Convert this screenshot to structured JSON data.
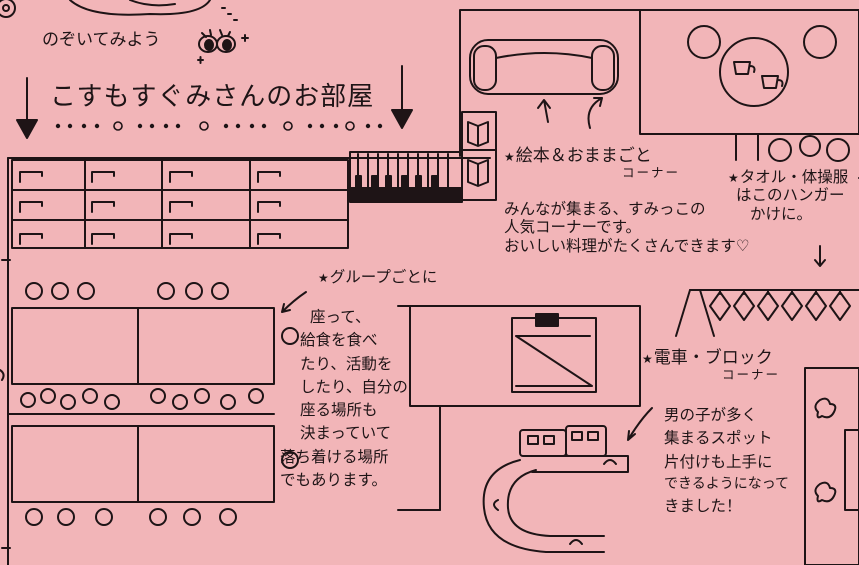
{
  "header": {
    "peek": "のぞいてみよう",
    "title": "こすもすぐみさんのお部屋"
  },
  "corners": {
    "books": {
      "title": "絵本＆おままごと",
      "suffix": "コーナー",
      "description": [
        "みんなが集まる、すみっこの",
        "人気コーナーです。",
        "おいしい料理がたくさんできます♡"
      ]
    },
    "towel": {
      "title": "タオル・体操服",
      "description": [
        "はこのハンガー",
        "かけに。"
      ]
    },
    "group": {
      "title": "グループごとに",
      "description": [
        "座って、",
        "給食を食べ",
        "たり、活動を",
        "したり、自分の",
        "座る場所も",
        "決まっていて",
        "落ち着ける場所",
        "でもあります。"
      ]
    },
    "train": {
      "title": "電車・ブロック",
      "suffix": "コーナー",
      "description": [
        "男の子が多く",
        "集まるスポット",
        "片付けも上手に",
        "できるようになって",
        "きました！"
      ]
    }
  },
  "colors": {
    "paper": "#f2b5b8",
    "ink": "#1e1416"
  }
}
